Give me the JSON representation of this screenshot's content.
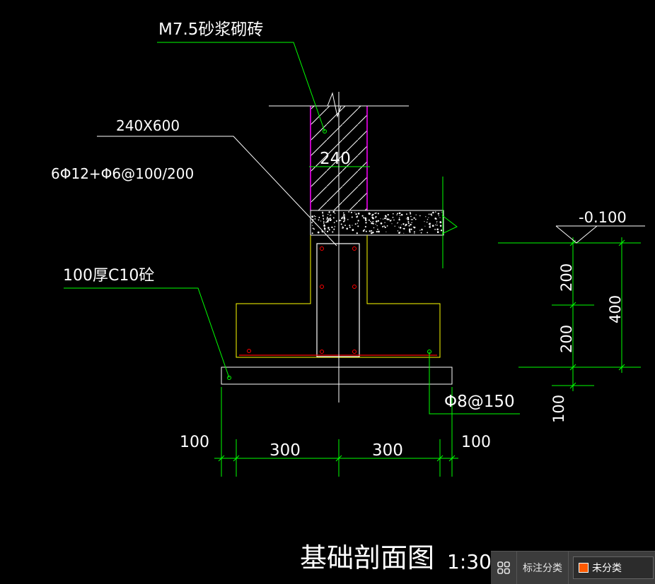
{
  "drawing": {
    "labels": {
      "mortar": "M7.5砂浆砌砖",
      "beam_size": "240X600",
      "beam_rebar": "6Φ12+Φ6@100/200",
      "pad": "100厚C10砼",
      "wall_width": "240",
      "elevation": "-0.100",
      "dim_200_upper": "200",
      "dim_200_lower": "200",
      "dim_400": "400",
      "dim_100_right_vertical": "100",
      "stirrup": "Φ8@150",
      "dim_100_left": "100",
      "dim_300_left": "300",
      "dim_300_right": "300",
      "dim_100_right": "100",
      "title": "基础剖面图",
      "scale": "1:30"
    },
    "colors": {
      "background": "#000000",
      "dimension": "#00ff00",
      "leader": "#00ff00",
      "outline": "#ffffff",
      "footing": "#ffff00",
      "beam": "#ffffff",
      "rebar": "#ff0000",
      "wall_edge": "#ff00ff",
      "hatch": "#ffffff",
      "text": "#ffffff"
    }
  },
  "status_bar": {
    "label": "标注分类",
    "dropdown_value": "未分类",
    "swatch_color": "#ff5a00"
  }
}
